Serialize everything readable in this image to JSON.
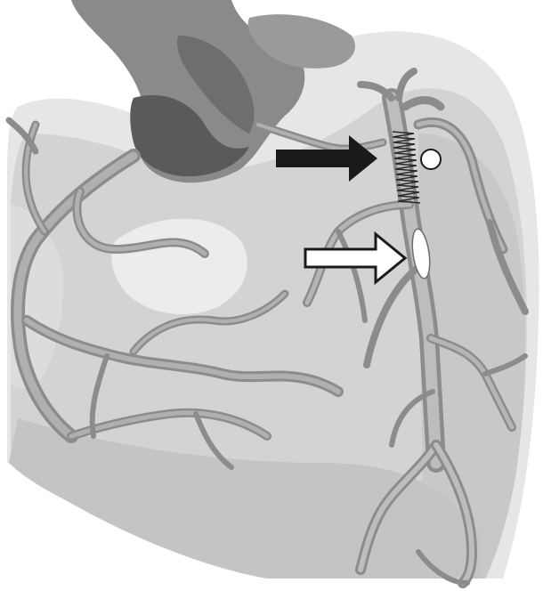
{
  "figure": {
    "description_visible_text": "",
    "colors": {
      "background": "#ffffff",
      "heart_outer": "#e6e6e6",
      "heart_mid": "#d3d3d3",
      "heart_shadow": "#c2c2c2",
      "highlight": "#efefef",
      "great_vessels": "#8a8a8a",
      "great_vessels_dark": "#5a5a5a",
      "artery_fill": "#a9a9a9",
      "artery_edge": "#8c8c8c",
      "black_arrow": "#1a1a1a",
      "white_arrow_fill": "#ffffff",
      "white_arrow_stroke": "#1a1a1a"
    },
    "annotations": {
      "black_arrow": "arrow-pointing-to-stent",
      "white_arrow": "arrow-pointing-to-lesion",
      "circle_marker": "circle-marker",
      "stent": "coil-stent"
    }
  }
}
